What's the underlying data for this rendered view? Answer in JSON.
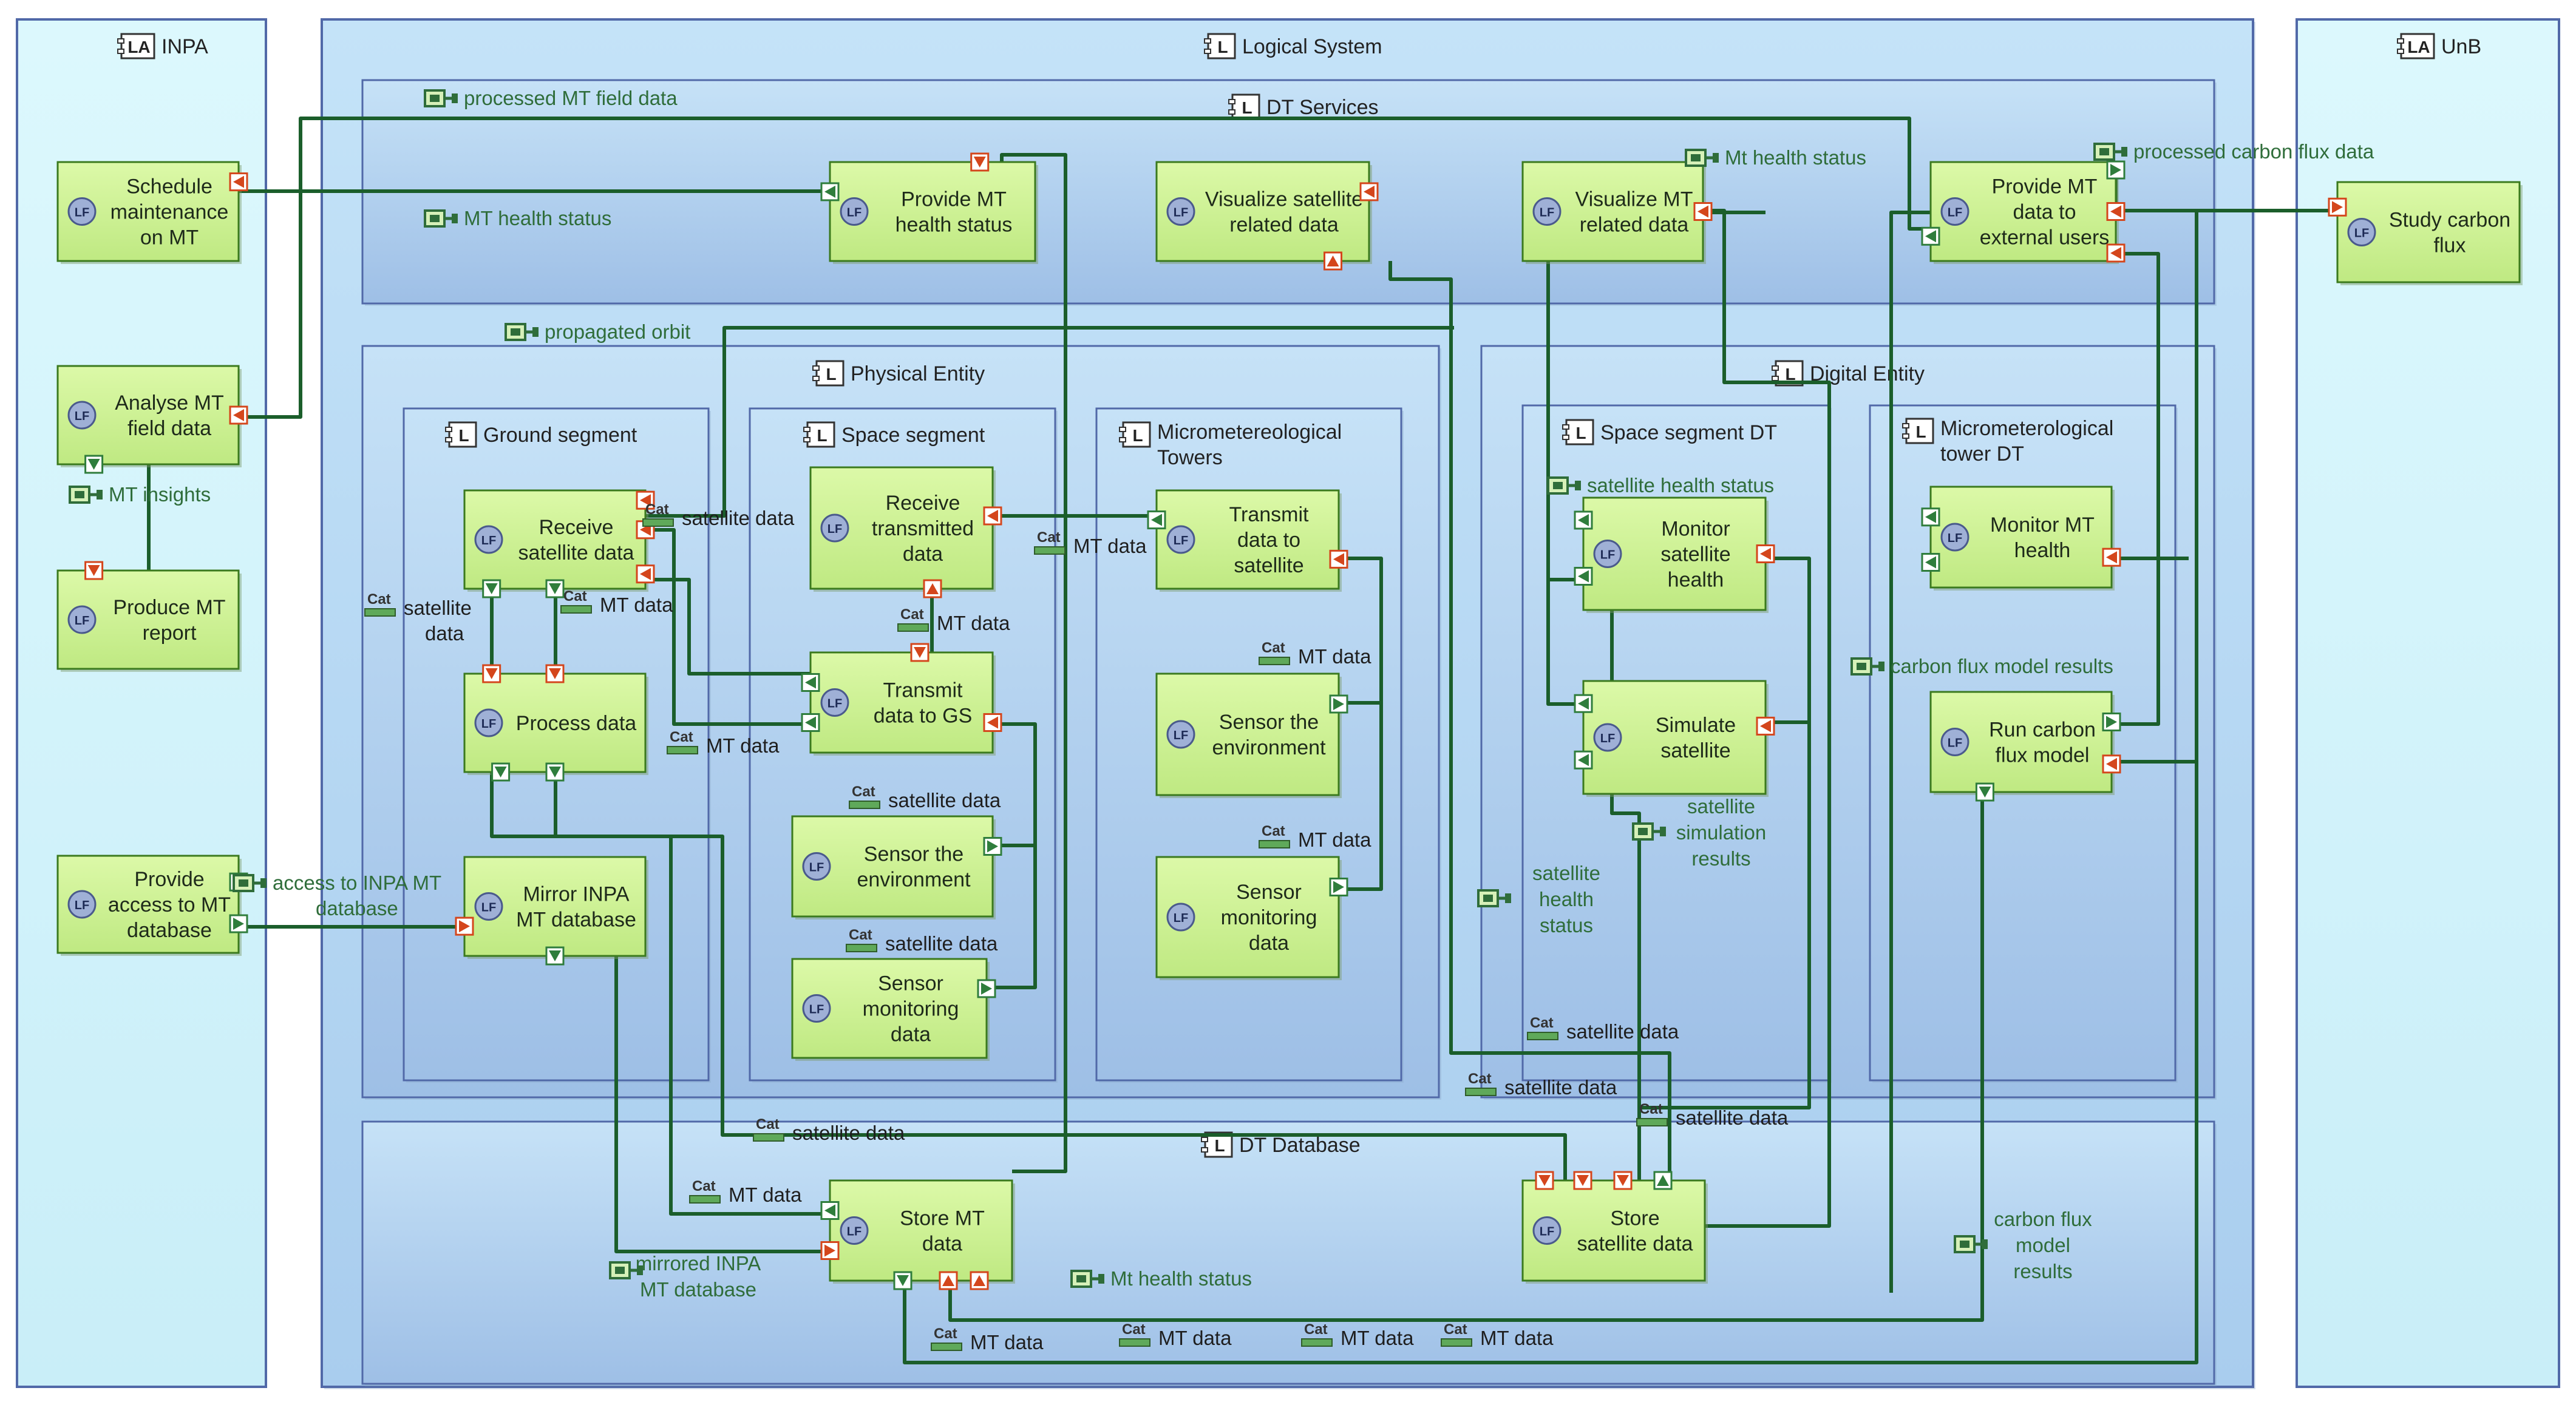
{
  "colors": {
    "actor_fill": "#d3f5fb",
    "system_fill": "#bfe0f7",
    "box_fill": "#b3d2ee",
    "func_fill": "#ccf28c",
    "func_stroke": "#3b7a1e",
    "link": "#1b5e2b",
    "label": "#2f6d3a",
    "port_out": "#d4461c",
    "port_in": "#2f7d3c"
  },
  "icons": {
    "func_badge": "LF",
    "cat_badge": "Cat"
  },
  "containers": [
    {
      "id": "inpa",
      "title": "INPA",
      "kind": "actor",
      "badge": "LA"
    },
    {
      "id": "logical_system",
      "title": "Logical System",
      "kind": "system",
      "badge": "L"
    },
    {
      "id": "unb",
      "title": "UnB",
      "kind": "actor",
      "badge": "LA"
    },
    {
      "id": "dt_services",
      "title": "DT Services",
      "kind": "component",
      "badge": "L"
    },
    {
      "id": "physical_entity",
      "title": "Physical Entity",
      "kind": "component",
      "badge": "L"
    },
    {
      "id": "digital_entity",
      "title": "Digital Entity",
      "kind": "component",
      "badge": "L"
    },
    {
      "id": "ground_segment",
      "title": "Ground segment",
      "kind": "component",
      "badge": "L"
    },
    {
      "id": "space_segment",
      "title": "Space segment",
      "kind": "component",
      "badge": "L"
    },
    {
      "id": "micro_towers",
      "title": "Micrometereological Towers",
      "kind": "component",
      "badge": "L"
    },
    {
      "id": "space_segment_dt",
      "title": "Space segment DT",
      "kind": "component",
      "badge": "L"
    },
    {
      "id": "micro_tower_dt",
      "title": "Micrometerological tower DT",
      "kind": "component",
      "badge": "L"
    },
    {
      "id": "dt_database",
      "title": "DT Database",
      "kind": "component",
      "badge": "L"
    }
  ],
  "functions": [
    {
      "id": "schedule",
      "lines": [
        "Schedule",
        "maintenance",
        "on MT"
      ]
    },
    {
      "id": "analyse",
      "lines": [
        "Analyse MT",
        "field data"
      ]
    },
    {
      "id": "produce",
      "lines": [
        "Produce MT",
        "report"
      ]
    },
    {
      "id": "provide_access",
      "lines": [
        "Provide",
        "access to MT",
        "database"
      ]
    },
    {
      "id": "provide_health",
      "lines": [
        "Provide MT",
        "health status"
      ]
    },
    {
      "id": "vis_sat",
      "lines": [
        "Visualize satellite",
        "related data"
      ]
    },
    {
      "id": "vis_mt",
      "lines": [
        "Visualize MT",
        "related data"
      ]
    },
    {
      "id": "provide_ext",
      "lines": [
        "Provide MT",
        "data to",
        "external users"
      ]
    },
    {
      "id": "recv_sat",
      "lines": [
        "Receive",
        "satellite data"
      ]
    },
    {
      "id": "process",
      "lines": [
        "Process data"
      ]
    },
    {
      "id": "mirror",
      "lines": [
        "Mirror INPA",
        "MT database"
      ]
    },
    {
      "id": "recv_tx",
      "lines": [
        "Receive",
        "transmitted",
        "data"
      ]
    },
    {
      "id": "tx_gs",
      "lines": [
        "Transmit",
        "data to GS"
      ]
    },
    {
      "id": "sensor_env_s",
      "lines": [
        "Sensor the",
        "environment"
      ]
    },
    {
      "id": "sensor_mon_s",
      "lines": [
        "Sensor",
        "monitoring",
        "data"
      ]
    },
    {
      "id": "tx_sat",
      "lines": [
        "Transmit",
        "data to",
        "satellite"
      ]
    },
    {
      "id": "sensor_env_t",
      "lines": [
        "Sensor the",
        "environment"
      ]
    },
    {
      "id": "sensor_mon_t",
      "lines": [
        "Sensor",
        "monitoring",
        "data"
      ]
    },
    {
      "id": "monitor_sat",
      "lines": [
        "Monitor",
        "satellite",
        "health"
      ]
    },
    {
      "id": "simulate",
      "lines": [
        "Simulate",
        "satellite"
      ]
    },
    {
      "id": "monitor_mt",
      "lines": [
        "Monitor MT",
        "health"
      ]
    },
    {
      "id": "run_carbon",
      "lines": [
        "Run carbon",
        "flux model"
      ]
    },
    {
      "id": "store_mt",
      "lines": [
        "Store MT",
        "data"
      ]
    },
    {
      "id": "store_sat",
      "lines": [
        "Store",
        "satellite data"
      ]
    },
    {
      "id": "study_carbon",
      "lines": [
        "Study carbon",
        "flux"
      ]
    }
  ],
  "exchange_labels": [
    {
      "id": "x1",
      "lines": [
        "processed MT field data"
      ]
    },
    {
      "id": "x2",
      "lines": [
        "MT health status"
      ]
    },
    {
      "id": "x3",
      "lines": [
        "Mt health status"
      ]
    },
    {
      "id": "x4",
      "lines": [
        "processed carbon flux data"
      ]
    },
    {
      "id": "x5",
      "lines": [
        "propagated orbit"
      ]
    },
    {
      "id": "x6",
      "lines": [
        "MT insights"
      ]
    },
    {
      "id": "x7",
      "lines": [
        "access to INPA MT",
        "database"
      ]
    },
    {
      "id": "x8",
      "lines": [
        "satellite health status"
      ]
    },
    {
      "id": "x9",
      "lines": [
        "carbon flux model results"
      ]
    },
    {
      "id": "x10",
      "lines": [
        "satellite",
        "simulation",
        "results"
      ]
    },
    {
      "id": "x11",
      "lines": [
        "satellite",
        "health",
        "status"
      ]
    },
    {
      "id": "x12",
      "lines": [
        "mirrored INPA",
        "MT database"
      ]
    },
    {
      "id": "x13",
      "lines": [
        "Mt health status"
      ]
    },
    {
      "id": "x14",
      "lines": [
        "carbon flux",
        "model",
        "results"
      ]
    }
  ],
  "category_labels": [
    {
      "id": "c1",
      "text": "satellite data"
    },
    {
      "id": "c2",
      "text": "MT data"
    },
    {
      "id": "c3",
      "text": "satellite"
    },
    {
      "id": "c4",
      "text": "MT data"
    },
    {
      "id": "c5",
      "text": "MT data"
    },
    {
      "id": "c6",
      "text": "MT data"
    },
    {
      "id": "c7",
      "text": "satellite data"
    },
    {
      "id": "c8",
      "text": "satellite data"
    },
    {
      "id": "c9",
      "text": "MT data"
    },
    {
      "id": "c10",
      "text": "MT data"
    },
    {
      "id": "c11",
      "text": "satellite data"
    },
    {
      "id": "c12",
      "text": "satellite data"
    },
    {
      "id": "c13",
      "text": "satellite data"
    },
    {
      "id": "c14",
      "text": "satellite data"
    },
    {
      "id": "c15",
      "text": "MT data"
    },
    {
      "id": "c16",
      "text": "MT data"
    },
    {
      "id": "c17",
      "text": "MT data"
    },
    {
      "id": "c18",
      "text": "MT data"
    },
    {
      "id": "c19",
      "text": "MT data"
    }
  ],
  "category_extra": {
    "c3_second_line": "data"
  }
}
